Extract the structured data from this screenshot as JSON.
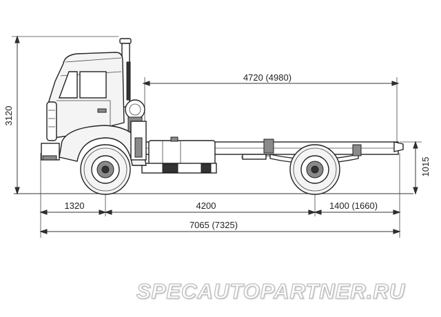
{
  "dimensions": {
    "height": "3120",
    "frame_length": "4720 (4980)",
    "frame_height": "1015",
    "front_overhang": "1320",
    "wheelbase": "4200",
    "rear_overhang": "1400 (1660)",
    "overall_length": "7065 (7325)"
  },
  "watermark": {
    "text": "SPECAUTOPARTNER.RU"
  },
  "colors": {
    "line": "#333333",
    "watermark_stroke": "#bdbdbd"
  }
}
